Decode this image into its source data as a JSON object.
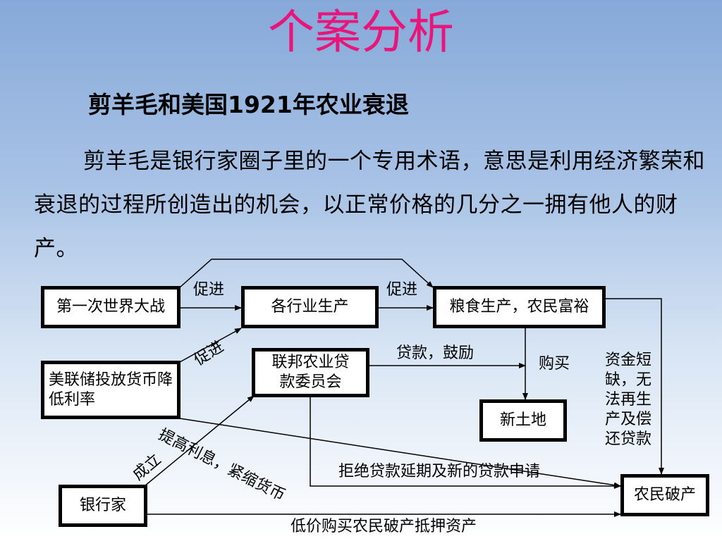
{
  "title": "个案分析",
  "subtitle": "剪羊毛和美国1921年农业衰退",
  "paragraph": "剪羊毛是银行家圈子里的一个专用术语，意思是利用经济繁荣和衰退的过程所创造出的机会，以正常价格的几分之一拥有他人的财产。",
  "diagram": {
    "nodes": {
      "ww1": "第一次世界大战",
      "industries": "各行业生产",
      "grain": "粮食生产，农民富裕",
      "fed": "美联储投放货币降低利率",
      "board": "联邦农业贷款委员会",
      "land": "新土地",
      "banker": "银行家",
      "bankrupt": "农民破产"
    },
    "edges": {
      "promote1": "促进",
      "promote2": "促进",
      "promote3": "促进",
      "loan": "贷款，鼓励",
      "buy": "购买",
      "shortage": "资金短缺，无法再生产及偿还贷款",
      "establish": "成立",
      "raise_rate": "提高利息，紧缩货币",
      "refuse": "拒绝贷款延期及新的贷款申请",
      "cheap_buy": "低价购买农民破产抵押资产"
    }
  }
}
